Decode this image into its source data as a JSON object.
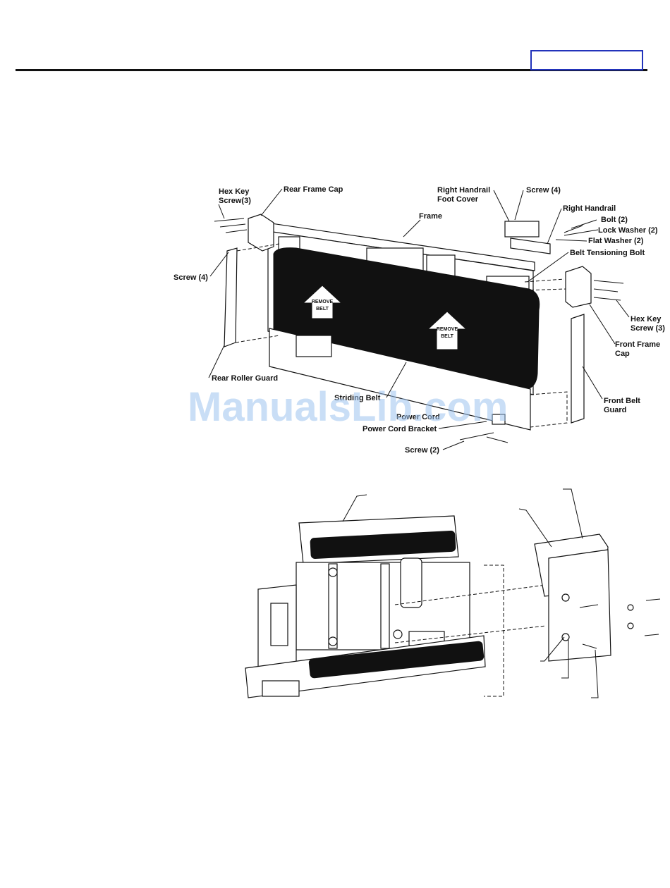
{
  "diagram_top": {
    "labels": {
      "hex_key_screw_rear": [
        "Hex Key",
        "Screw(3)"
      ],
      "rear_frame_cap": "Rear Frame Cap",
      "right_handrail_foot_cover": [
        "Right Handrail",
        "Foot Cover"
      ],
      "screw_4_top": "Screw (4)",
      "frame": "Frame",
      "right_handrail": "Right Handrail",
      "bolt_2": "Bolt (2)",
      "lock_washer_2": "Lock Washer (2)",
      "flat_washer_2": "Flat Washer (2)",
      "belt_tensioning_bolt": "Belt Tensioning Bolt",
      "screw_4_left": "Screw (4)",
      "hex_key_screw_front": [
        "Hex Key",
        "Screw (3)"
      ],
      "front_frame_cap": [
        "Front Frame",
        "Cap"
      ],
      "rear_roller_guard": "Rear Roller Guard",
      "front_belt_guard": [
        "Front Belt",
        "Guard"
      ],
      "striding_belt": "Striding Belt",
      "power_cord": "Power Cord",
      "power_cord_bracket": "Power Cord Bracket",
      "screw_2": "Screw (2)"
    },
    "belt_arrows": [
      [
        "REMOVE",
        "BELT"
      ],
      [
        "REMOVE",
        "BELT"
      ]
    ]
  },
  "watermark": "ManualsLib.com",
  "colors": {
    "page_box_border": "#2233bb",
    "watermark": "#9cc3ee",
    "belt": "#111111"
  }
}
